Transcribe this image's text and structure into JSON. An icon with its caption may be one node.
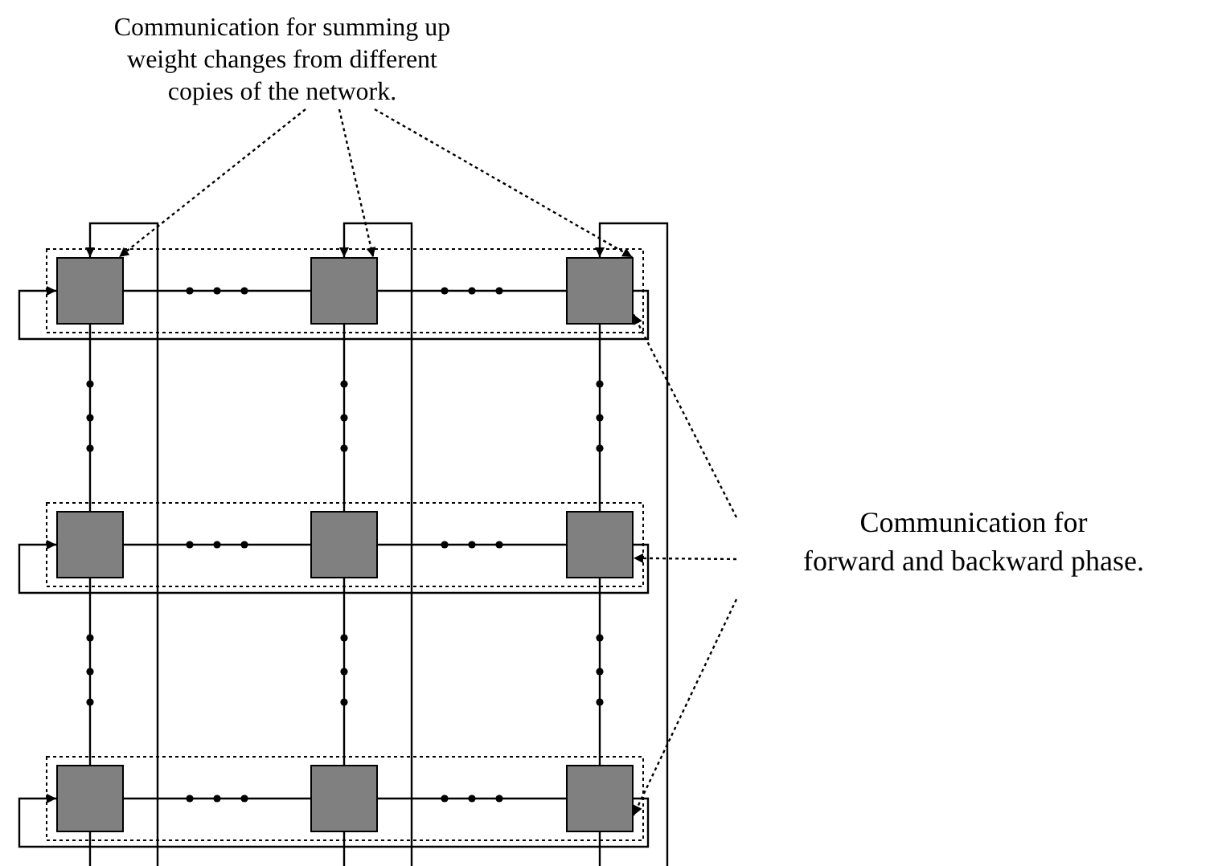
{
  "diagram": {
    "nodes": [
      {
        "text": [
          "Communication for summing up weight changes from different copies of the network."
        ]
      },
      {
        "text": [],
        "shape": "box"
      },
      {
        "text": [],
        "shape": "box"
      },
      {
        "text": [],
        "shape": "box"
      },
      {
        "text": [],
        "shape": "box"
      },
      {
        "text": [],
        "shape": "box"
      },
      {
        "text": [],
        "shape": "box"
      },
      {
        "text": [],
        "shape": "box"
      },
      {
        "text": [],
        "shape": "box"
      },
      {
        "text": [],
        "shape": "box"
      },
      {
        "text": [
          "Communication for forward and backward phase."
        ]
      }
    ],
    "edges": [
      {
        "from": 0,
        "to": 1,
        "arrow": "to",
        "style": "dashed"
      },
      {
        "from": 0,
        "to": 2,
        "arrow": "to",
        "style": "dashed"
      },
      {
        "from": 0,
        "to": 3,
        "arrow": "to",
        "style": "dashed"
      },
      {
        "from": 1,
        "to": 2,
        "arrow": "none"
      },
      {
        "from": 2,
        "to": 3,
        "arrow": "none"
      },
      {
        "from": 4,
        "to": 5,
        "arrow": "none"
      },
      {
        "from": 5,
        "to": 6,
        "arrow": "none"
      },
      {
        "from": 7,
        "to": 8,
        "arrow": "none"
      },
      {
        "from": 8,
        "to": 9,
        "arrow": "none"
      },
      {
        "from": 1,
        "to": 4,
        "arrow": "none"
      },
      {
        "from": 2,
        "to": 5,
        "arrow": "none"
      },
      {
        "from": 3,
        "to": 6,
        "arrow": "none"
      },
      {
        "from": 4,
        "to": 7,
        "arrow": "none"
      },
      {
        "from": 5,
        "to": 8,
        "arrow": "none"
      },
      {
        "from": 6,
        "to": 9,
        "arrow": "none"
      },
      {
        "from": 3,
        "to": 1,
        "arrow": "to"
      },
      {
        "from": 6,
        "to": 4,
        "arrow": "to"
      },
      {
        "from": 9,
        "to": 7,
        "arrow": "to"
      },
      {
        "from": 7,
        "to": null,
        "arrow": "none"
      },
      {
        "from": 8,
        "to": null,
        "arrow": "none"
      },
      {
        "from": 9,
        "to": null,
        "arrow": "none"
      },
      {
        "from": null,
        "to": 1,
        "arrow": "to"
      },
      {
        "from": null,
        "to": 2,
        "arrow": "to"
      },
      {
        "from": null,
        "to": 3,
        "arrow": "to"
      },
      {
        "from": 10,
        "to": 3,
        "arrow": "to",
        "style": "dashed"
      },
      {
        "from": 10,
        "to": 6,
        "arrow": "to",
        "style": "dashed"
      },
      {
        "from": 10,
        "to": 9,
        "arrow": "to",
        "style": "dashed"
      }
    ]
  }
}
